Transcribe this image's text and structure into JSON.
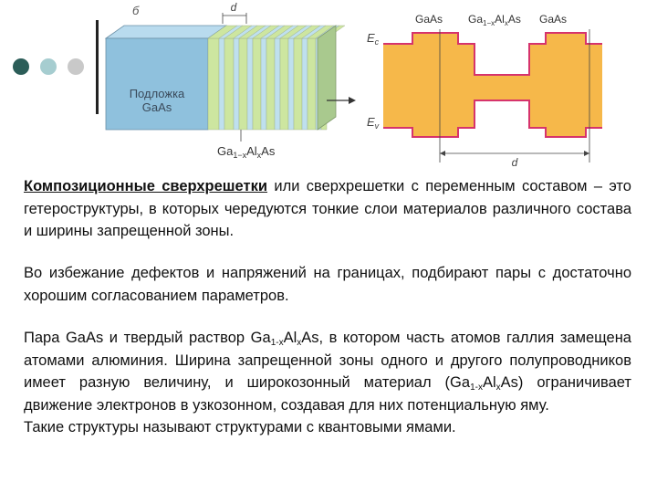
{
  "colors": {
    "dot1": "#2b5d58",
    "dot2": "#a6cdd0",
    "dot3": "#c9c9c9",
    "substrate": "#8fc1dd",
    "layer_green": "#cde6a0",
    "layer_blue": "#bfe0ee",
    "band_fill": "#f6b84a",
    "band_edge": "#d6336c"
  },
  "figure": {
    "panel_letter": "б",
    "period_label": "d",
    "substrate_line1": "Подложка",
    "substrate_line2": "GaAs",
    "alloy": {
      "a": "Ga",
      "s1": "1−x",
      "b": "Al",
      "s2": "x",
      "c": "As"
    },
    "band_header": {
      "left": "GaAs",
      "mid_a": "Ga",
      "mid_s1": "1−x",
      "mid_b": "Al",
      "mid_s2": "x",
      "mid_c": "As",
      "right": "GaAs"
    },
    "ec_label": {
      "main": "E",
      "sub": "c"
    },
    "ev_label": {
      "main": "E",
      "sub": "v"
    },
    "band_period_label": "d"
  },
  "text": {
    "p1_bold": "Композиционные сверхрешетки",
    "p1_rest": " или сверхрешетки с переменным составом – это гетероструктуры, в которых чередуются тонкие слои материалов различного состава и ширины запрещенной зоны.",
    "p2": "Во избежание дефектов и напряжений на границах, подбирают пары с достаточно хорошим согласованием параметров.",
    "p3_a": "Пара GaAs и твердый раствор Ga",
    "p3_s1": "1-x",
    "p3_b": "Al",
    "p3_s2": "x",
    "p3_c": "As, в котором часть атомов галлия замещена атомами алюминия. Ширина запрещенной зоны одного и другого полупроводников имеет разную величину, и широкозонный материал (Ga",
    "p3_s3": "1-x",
    "p3_d": "Al",
    "p3_s4": "x",
    "p3_e": "As) ограничивает движение электронов в узкозонном, создавая для них потенциальную яму.",
    "p3_last": "Такие структуры называют структурами с квантовыми ямами."
  }
}
